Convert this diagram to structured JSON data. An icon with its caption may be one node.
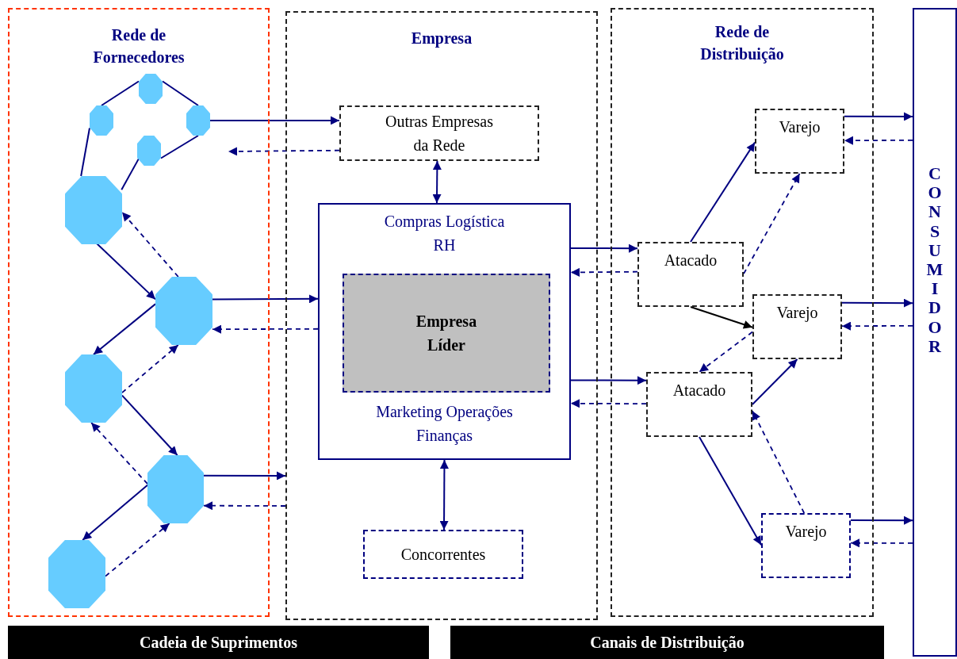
{
  "diagram": {
    "nodes": [
      {
        "text": [
          "Rede de Fornecedores"
        ]
      },
      {
        "text": [],
        "shape": "octagon",
        "in": 0
      },
      {
        "text": [],
        "shape": "octagon",
        "in": 0
      },
      {
        "text": [],
        "shape": "octagon",
        "in": 0
      },
      {
        "text": [],
        "shape": "octagon",
        "in": 0
      },
      {
        "text": [],
        "shape": "octagon",
        "in": 0
      },
      {
        "text": [],
        "shape": "octagon",
        "in": 0
      },
      {
        "text": [],
        "shape": "octagon",
        "in": 0
      },
      {
        "text": [],
        "shape": "octagon",
        "in": 0
      },
      {
        "text": [],
        "shape": "octagon",
        "in": 0
      },
      {
        "text": [
          "Empresa"
        ]
      },
      {
        "text": [
          "Outras Empresas da Rede"
        ],
        "in": 10
      },
      {
        "text": [
          "Compras Logística RH",
          "Marketing Operações Finanças"
        ],
        "in": 10
      },
      {
        "text": [
          "Empresa Líder"
        ],
        "in": 12
      },
      {
        "text": [
          "Concorrentes"
        ],
        "in": 10
      },
      {
        "text": [
          "Rede de Distribuição"
        ]
      },
      {
        "text": [
          "Varejo"
        ],
        "in": 15
      },
      {
        "text": [
          "Atacado"
        ],
        "in": 15
      },
      {
        "text": [
          "Varejo"
        ],
        "in": 15
      },
      {
        "text": [
          "Atacado"
        ],
        "in": 15
      },
      {
        "text": [
          "Varejo"
        ],
        "in": 15
      },
      {
        "text": [
          "CONSUMIDOR"
        ]
      },
      {
        "text": [
          "Cadeia de Suprimentos"
        ]
      },
      {
        "text": [
          "Canais de Distribuição"
        ]
      }
    ],
    "edges": [
      {
        "from": 1,
        "to": 2,
        "arrow": "none"
      },
      {
        "from": 1,
        "to": 3,
        "arrow": "none"
      },
      {
        "from": 2,
        "to": 5,
        "arrow": "none"
      },
      {
        "from": 3,
        "to": 4,
        "arrow": "none"
      },
      {
        "from": 4,
        "to": 5,
        "arrow": "none"
      },
      {
        "from": 5,
        "to": 6,
        "arrow": "to"
      },
      {
        "from": 6,
        "to": 5,
        "arrow": "to",
        "style": "dashed"
      },
      {
        "from": 6,
        "to": 12,
        "arrow": "to"
      },
      {
        "from": 12,
        "to": 6,
        "arrow": "to",
        "style": "dashed"
      },
      {
        "from": 6,
        "to": 7,
        "arrow": "to"
      },
      {
        "from": 7,
        "to": 6,
        "arrow": "to",
        "style": "dashed"
      },
      {
        "from": 7,
        "to": 8,
        "arrow": "to"
      },
      {
        "from": 8,
        "to": 7,
        "arrow": "to",
        "style": "dashed"
      },
      {
        "from": 8,
        "to": 10,
        "arrow": "to"
      },
      {
        "from": 10,
        "to": 8,
        "arrow": "to",
        "style": "dashed"
      },
      {
        "from": 8,
        "to": 9,
        "arrow": "to"
      },
      {
        "from": 9,
        "to": 8,
        "arrow": "to",
        "style": "dashed"
      },
      {
        "from": 3,
        "to": 11,
        "arrow": "to"
      },
      {
        "from": 11,
        "to": null,
        "arrow": "to",
        "style": "dashed"
      },
      {
        "from": 11,
        "to": 12,
        "arrow": "both"
      },
      {
        "from": 12,
        "to": 14,
        "arrow": "both"
      },
      {
        "from": 12,
        "to": 17,
        "arrow": "to"
      },
      {
        "from": 17,
        "to": 12,
        "arrow": "to",
        "style": "dashed"
      },
      {
        "from": 12,
        "to": 19,
        "arrow": "to"
      },
      {
        "from": 19,
        "to": 12,
        "arrow": "to",
        "style": "dashed"
      },
      {
        "from": 17,
        "to": 16,
        "arrow": "to"
      },
      {
        "from": 17,
        "to": 16,
        "arrow": "to",
        "style": "dashed"
      },
      {
        "from": 17,
        "to": 18,
        "arrow": "to",
        "color": "#000000"
      },
      {
        "from": 18,
        "to": 19,
        "arrow": "to",
        "style": "dashed"
      },
      {
        "from": 19,
        "to": 18,
        "arrow": "to"
      },
      {
        "from": 19,
        "to": 20,
        "arrow": "to"
      },
      {
        "from": 20,
        "to": 19,
        "arrow": "to",
        "style": "dashed"
      },
      {
        "from": 16,
        "to": 21,
        "arrow": "to"
      },
      {
        "from": 21,
        "to": 16,
        "arrow": "to",
        "style": "dashed"
      },
      {
        "from": 18,
        "to": 21,
        "arrow": "to"
      },
      {
        "from": 21,
        "to": 18,
        "arrow": "to",
        "style": "dashed"
      },
      {
        "from": 20,
        "to": 21,
        "arrow": "to"
      },
      {
        "from": 21,
        "to": 20,
        "arrow": "to",
        "style": "dashed"
      }
    ]
  }
}
